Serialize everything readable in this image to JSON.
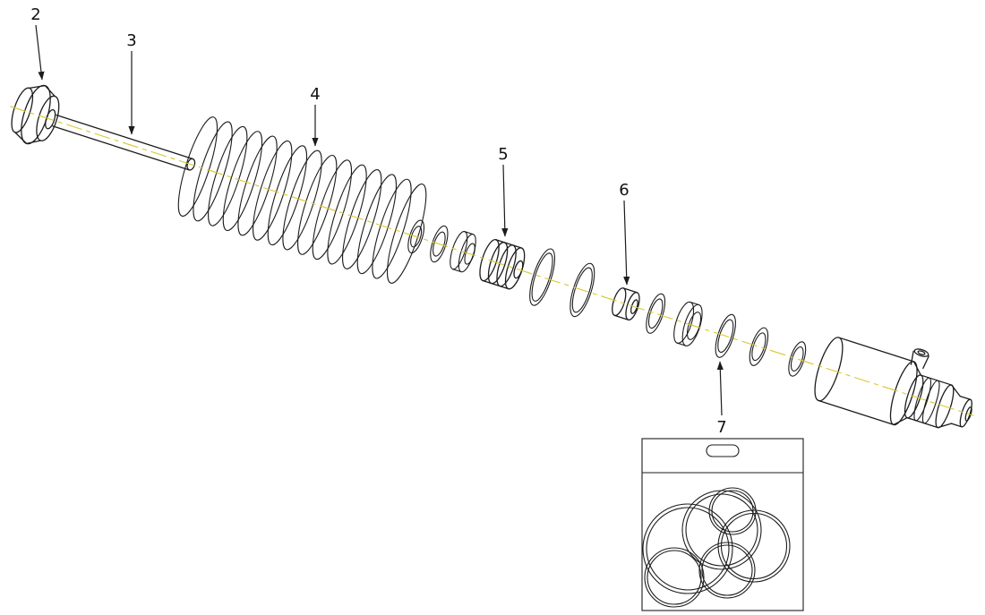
{
  "part_labels": [
    "2",
    "3",
    "4",
    "5",
    "6",
    "7"
  ],
  "colors": {
    "line": "#1c1c1c",
    "centerline": "#d9c62e",
    "background": "#ffffff"
  }
}
